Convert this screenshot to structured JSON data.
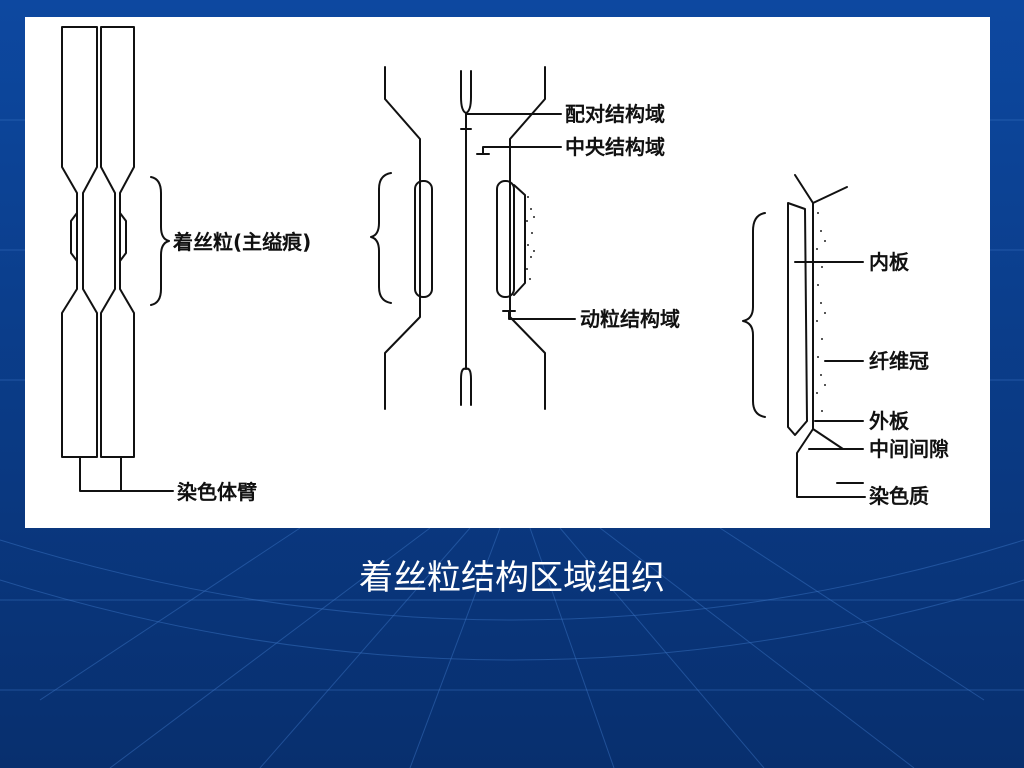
{
  "diagram": {
    "labels": {
      "centromere": "着丝粒(主缢痕)",
      "chromosome_arm": "染色体臂",
      "pairing_domain": "配对结构域",
      "central_domain": "中央结构域",
      "kinetochore_domain": "动粒结构域",
      "inner_plate": "内板",
      "fibrous_corona": "纤维冠",
      "outer_plate": "外板",
      "interzone": "中间间隙",
      "chromatin": "染色质"
    }
  },
  "caption": "着丝粒结构区域组织",
  "colors": {
    "background": "#0a3a86",
    "panel": "#ffffff",
    "ink": "#111111",
    "caption": "#ffffff"
  }
}
